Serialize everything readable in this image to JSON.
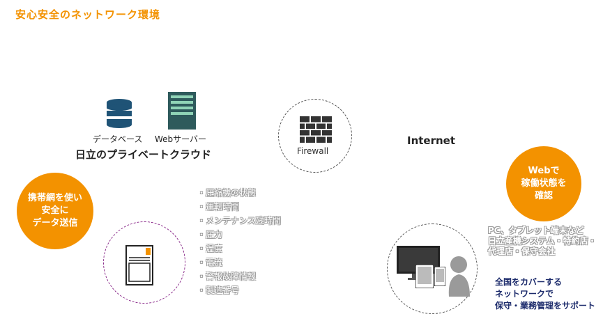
{
  "title": "安心安全のネットワーク環境",
  "cloud": {
    "database_label": "データベース",
    "webserver_label": "Webサーバー",
    "name": "日立のプライベートクラウド"
  },
  "firewall": {
    "label": "Firewall"
  },
  "internet": {
    "label": "Internet"
  },
  "mobile_bubble": {
    "lines": [
      "携帯網を使い",
      "安全に",
      "データ送信"
    ]
  },
  "web_bubble": {
    "lines": [
      "Webで",
      "稼働状態を",
      "確認"
    ]
  },
  "status_items": [
    "圧縮機の状態",
    "運転時間",
    "メンテナンス残時間",
    "圧力",
    "温度",
    "電流",
    "警報故障情報",
    "製造番号"
  ],
  "devices_text": {
    "lines": [
      "PC、タブレット端末など",
      "日立産機システム・特約店・",
      "代理店・保守会社"
    ]
  },
  "support_text": {
    "lines": [
      "全国をカバーする",
      "ネットワークで",
      "保守・業務管理をサポート"
    ]
  },
  "colors": {
    "accent": "#f39200",
    "navy": "#1b2a6b",
    "server_green": "#2e5a5c",
    "db_blue": "#1f5376",
    "purple_dash": "#8a2a8a"
  },
  "icons": [
    "database-icon",
    "server-icon",
    "firewall-icon",
    "compressor-icon",
    "monitor-icon",
    "tablet-icon",
    "phone-icon",
    "person-icon"
  ]
}
